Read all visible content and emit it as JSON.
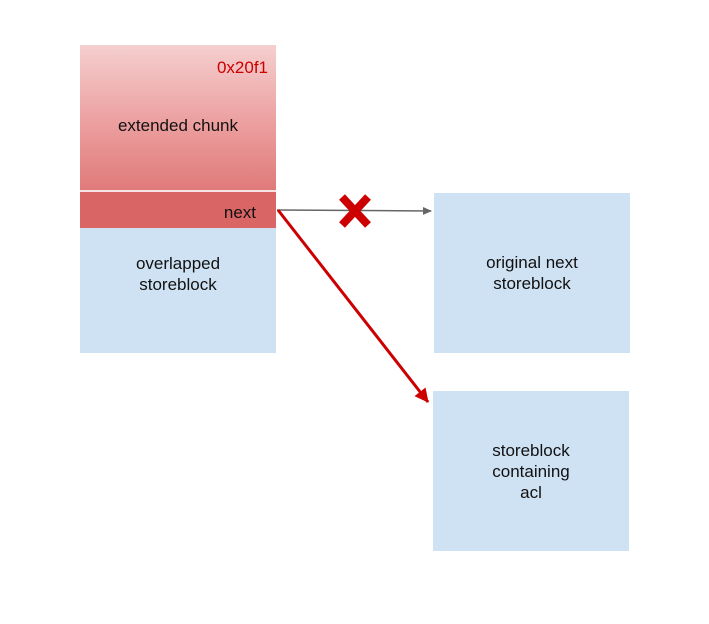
{
  "extended_chunk": {
    "size": "0x20f1",
    "label": "extended chunk",
    "next_label": "next"
  },
  "overlapped": {
    "line1": "overlapped",
    "line2": "storeblock"
  },
  "original_next": {
    "line1": "original next",
    "line2": "storeblock"
  },
  "acl_block": {
    "line1": "storeblock",
    "line2": "containing",
    "line3": "acl"
  },
  "colors": {
    "chunk_top": "#f5cfcf",
    "chunk_bottom": "#e07a7a",
    "next_field": "#d96565",
    "storeblock": "#cfe2f3",
    "size_text": "#cc0000",
    "new_pointer": "#cc0000",
    "old_pointer": "#666666",
    "cross_mark": "#cc0000"
  },
  "icons": {
    "cross": "x-mark-icon"
  }
}
